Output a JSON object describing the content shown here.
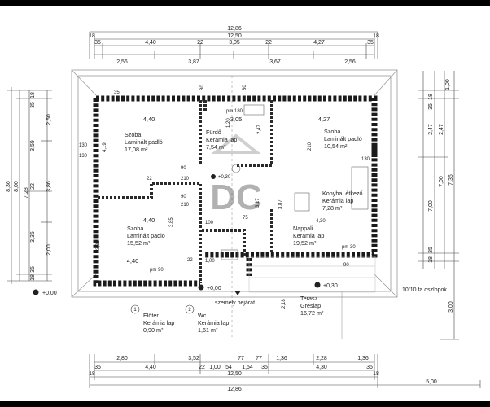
{
  "dimensions": {
    "top_total_outer": "12,86",
    "top_total_inner": "12,50",
    "top_left_18": "18",
    "top_right_18": "18",
    "top_row3": [
      "35",
      "4,40",
      "22",
      "3,05",
      "22",
      "4,27",
      "35"
    ],
    "top_row4": [
      "2,56",
      "3,87",
      "3,67",
      "2,56"
    ],
    "bottom_row1": [
      "2,80",
      "3,52",
      "77",
      "77",
      "1,36",
      "2,28",
      "1,36"
    ],
    "bottom_row2": [
      "35",
      "4,40",
      "22",
      "1,00",
      "54",
      "1,54",
      "35",
      "4,30",
      "35"
    ],
    "bottom_total_inner": "12,50",
    "bottom_total_outer": "12,86",
    "bottom_right_extra": "5,00",
    "bottom_18_left": "18",
    "bottom_18_right": "18",
    "left_outer": "8,36",
    "left_inner": "8,00",
    "left_mid": "7,28",
    "left_col_a": [
      "18",
      "35",
      "3,59",
      "22",
      "3,35",
      "35",
      "18"
    ],
    "left_col_b": [
      "2,50",
      "3,86",
      "2,00"
    ],
    "right_col_a": [
      "1,00",
      "18",
      "35",
      "2,47",
      "7,00",
      "35",
      "18"
    ],
    "right_col_b": [
      "2,47",
      "7,00",
      "7,36"
    ],
    "right_bottom": "3,00"
  },
  "rooms": [
    {
      "name": "Szoba",
      "floor": "Laminált padló",
      "area": "17,08 m²",
      "width_top": "4,40"
    },
    {
      "name": "Fürdő",
      "floor": "Kerámia lap",
      "area": "7,54 m²",
      "width_top": "3,05"
    },
    {
      "name": "Szoba",
      "floor": "Laminált padló",
      "area": "10,54 m²",
      "width_top": "4,27"
    },
    {
      "name": "Konyha, étkező",
      "floor": "Kerámia lap",
      "area": "7,28 m²"
    },
    {
      "name": "Szoba",
      "floor": "Laminált padló",
      "area": "15,52 m²",
      "width_top": "4,40",
      "width_bottom": "4,40"
    },
    {
      "name": "Nappali",
      "floor": "Kerámia lap",
      "area": "19,52 m²"
    },
    {
      "name": "Terasz",
      "floor": "Greslap",
      "area": "16,72 m²"
    }
  ],
  "legend": [
    {
      "num": "1",
      "name": "Előtér",
      "floor": "Kerámia lap",
      "area": "0,90 m²"
    },
    {
      "num": "2",
      "name": "Wc",
      "floor": "Kerámia lap",
      "area": "1,61 m²"
    }
  ],
  "annotations": {
    "entrance": "személy bejárat",
    "post": "10/10 fa oszlopok",
    "level_a": "+0,00",
    "level_b": "+0,00",
    "level_c": "+0,30",
    "level_d": "+0,30",
    "pm_top": "pm 180",
    "pm_bottom": "pm 90",
    "pm_right": "pm 30",
    "watermark": "DC"
  },
  "inner_labels": [
    "35",
    "130",
    "130",
    "90",
    "210",
    "90",
    "210",
    "22",
    "3,35",
    "4,19",
    "1,20",
    "2,47",
    "3,85",
    "80",
    "80",
    "210",
    "90",
    "22",
    "4,30",
    "100",
    "75",
    "130",
    "3,17",
    "3,87",
    "2,18",
    "1,00"
  ]
}
